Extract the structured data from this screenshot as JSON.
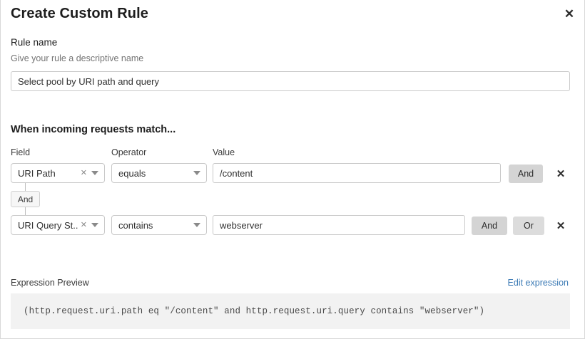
{
  "header": {
    "title": "Create Custom Rule",
    "close_icon": "close-icon"
  },
  "rule_name": {
    "label": "Rule name",
    "hint": "Give your rule a descriptive name",
    "value": "Select pool by URI path and query",
    "placeholder": ""
  },
  "match_section": {
    "heading": "When incoming requests match...",
    "columns": {
      "field": "Field",
      "operator": "Operator",
      "value": "Value"
    },
    "connector": {
      "label": "And"
    },
    "rows": [
      {
        "field": "URI Path",
        "operator": "equals",
        "value": "/content",
        "clear_icon": "clear-x-icon",
        "caret_icon": "chevron-down-icon",
        "buttons": [
          "And"
        ],
        "delete_icon": "delete-row-icon"
      },
      {
        "field": "URI Query St...",
        "operator": "contains",
        "value": "webserver",
        "clear_icon": "clear-x-icon",
        "caret_icon": "chevron-down-icon",
        "buttons": [
          "And",
          "Or"
        ],
        "delete_icon": "delete-row-icon"
      }
    ]
  },
  "expression_preview": {
    "label": "Expression Preview",
    "edit_link": "Edit expression",
    "code": "(http.request.uri.path eq \"/content\" and http.request.uri.query contains \"webserver\")"
  },
  "colors": {
    "link": "#3b7ab5",
    "button_grey": "#d4d4d4",
    "code_background": "#f2f2f2",
    "border": "#c9c9c9"
  }
}
